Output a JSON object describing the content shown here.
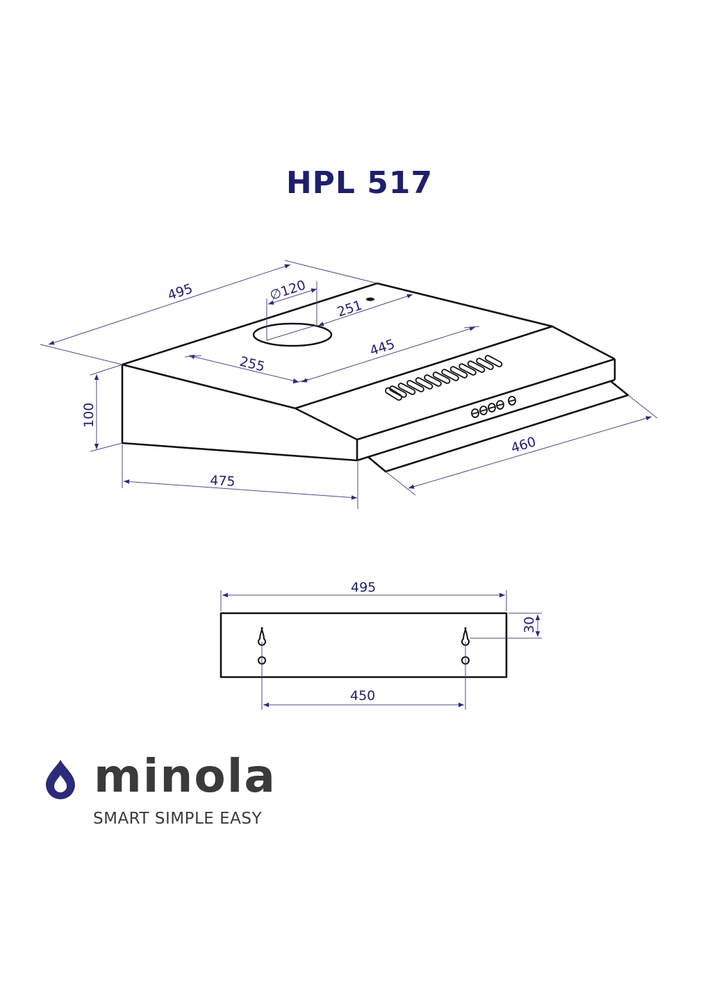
{
  "title": "HPL 517",
  "colors": {
    "title": "#1f1f6e",
    "dimension": "#1f1f6e",
    "outline": "#111111",
    "logo_drop": "#2b2b7a",
    "logo_text": "#3a3a3a"
  },
  "isometric_view": {
    "dimensions": {
      "total_width": "495",
      "duct_diameter": "∅120",
      "duct_offset": "251",
      "left_mount": "255",
      "mount_spacing": "445",
      "height": "100",
      "depth_side": "475",
      "front_width": "460"
    },
    "features": [
      "duct-opening",
      "vent-slots",
      "control-buttons",
      "front-visor"
    ]
  },
  "back_view": {
    "dimensions": {
      "total_width": "495",
      "hole_spacing": "450",
      "hole_offset_top": "30"
    },
    "features": [
      "keyhole-slot-left",
      "keyhole-slot-right",
      "hole-left",
      "hole-right"
    ]
  },
  "brand": {
    "name": "minola",
    "tagline": "SMART SIMPLE EASY"
  }
}
